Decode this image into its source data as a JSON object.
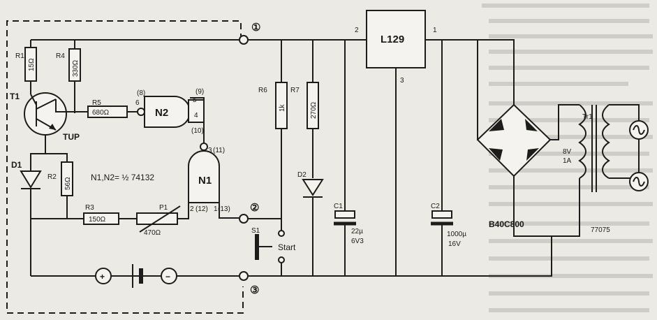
{
  "components": {
    "r1": {
      "ref": "R1",
      "value": "15Ω"
    },
    "r2": {
      "ref": "R2",
      "value": "56Ω"
    },
    "r3": {
      "ref": "R3",
      "value": "150Ω"
    },
    "r4": {
      "ref": "R4",
      "value": "330Ω"
    },
    "r5": {
      "ref": "R5",
      "value": "680Ω"
    },
    "r6": {
      "ref": "R6",
      "value": "1k"
    },
    "r7": {
      "ref": "R7",
      "value": "270Ω"
    },
    "p1": {
      "ref": "P1",
      "value": "470Ω"
    },
    "t1": {
      "ref": "T1",
      "type": "TUP"
    },
    "d1": {
      "ref": "D1"
    },
    "d2": {
      "ref": "D2"
    },
    "c1": {
      "ref": "C1",
      "value": "22µ",
      "voltage": "6V3"
    },
    "c2": {
      "ref": "C2",
      "value": "1000µ",
      "voltage": "16V"
    },
    "n1": {
      "ref": "N1"
    },
    "n2": {
      "ref": "N2"
    },
    "ic": {
      "ref": "L129",
      "pin1": "1",
      "pin2": "2",
      "pin3": "3"
    },
    "s1": {
      "ref": "S1",
      "label": "Start"
    },
    "bridge": {
      "ref": "B40C800"
    },
    "tr1": {
      "ref": "Tr1",
      "rating1": "8V",
      "rating2": "1A"
    }
  },
  "gate_note": "N1,N2= ½ 74132",
  "pins": {
    "n2_in": "6",
    "n2_in_alt": "(8)",
    "n2_top": "5",
    "n2_top_alt": "(9)",
    "n2_out": "4",
    "n2_out_alt": "(10)",
    "n1_in": "3",
    "n1_in_alt": "(11)",
    "n1_pin2": "2",
    "n1_pin2_alt": "(12)",
    "n1_pin1": "1",
    "n1_pin1_alt": "(13)"
  },
  "terminals": [
    "①",
    "②",
    "③"
  ],
  "battery": {
    "plus": "+",
    "minus": "−"
  },
  "figure_code": "77075"
}
